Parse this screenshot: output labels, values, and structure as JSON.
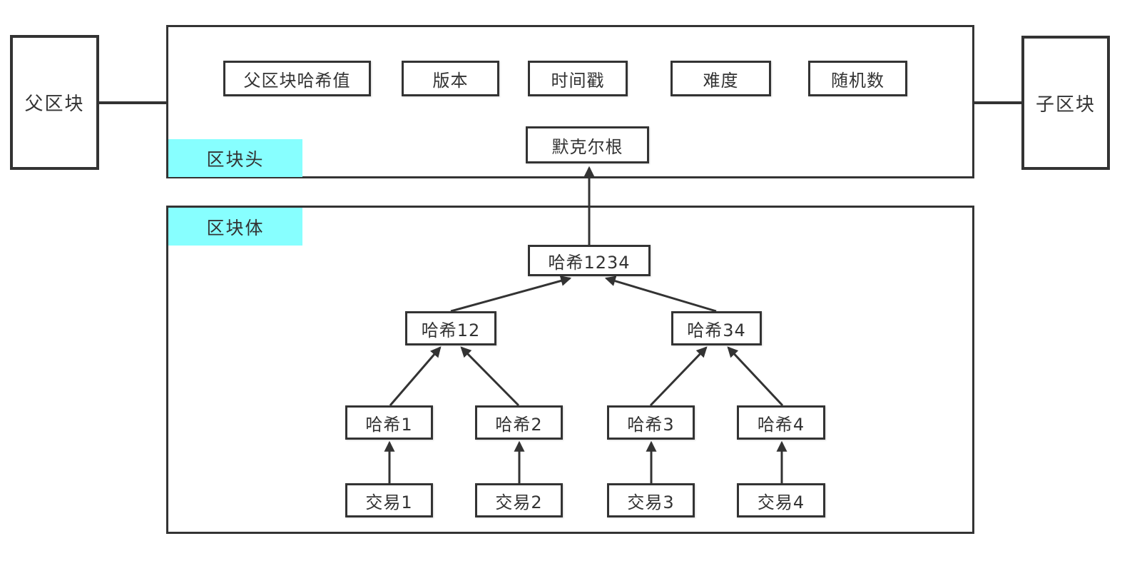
{
  "diagram": {
    "title_semantic": "blockchain-block-structure",
    "parent_block": {
      "label": "父区块"
    },
    "child_block": {
      "label": "子区块"
    },
    "block_header": {
      "tag_label": "区块头",
      "fields": [
        {
          "label": "父区块哈希值"
        },
        {
          "label": "版本"
        },
        {
          "label": "时间戳"
        },
        {
          "label": "难度"
        },
        {
          "label": "随机数"
        }
      ],
      "merkle_root": {
        "label": "默克尔根"
      }
    },
    "block_body": {
      "tag_label": "区块体",
      "merkle_tree": {
        "root": {
          "label": "哈希1234"
        },
        "level2": [
          {
            "label": "哈希12"
          },
          {
            "label": "哈希34"
          }
        ],
        "level1": [
          {
            "label": "哈希1"
          },
          {
            "label": "哈希2"
          },
          {
            "label": "哈希3"
          },
          {
            "label": "哈希4"
          }
        ],
        "transactions": [
          {
            "label": "交易1"
          },
          {
            "label": "交易2"
          },
          {
            "label": "交易3"
          },
          {
            "label": "交易4"
          }
        ]
      }
    },
    "colors": {
      "line": "#333333",
      "accent_cyan": "#87ffff",
      "background": "#ffffff"
    }
  }
}
